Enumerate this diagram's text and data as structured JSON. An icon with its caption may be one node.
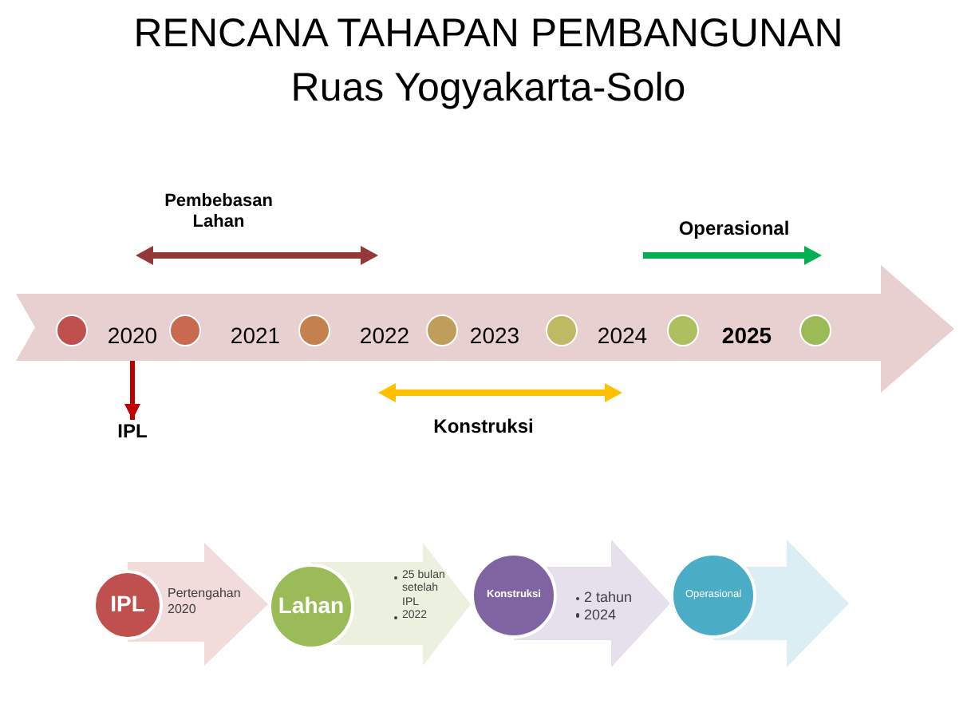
{
  "diagram": {
    "title": "RENCANA TAHAPAN PEMBANGUNAN Ruas Yogyakarta-Solo",
    "nodes": [
      {
        "text": [
          "2020",
          "2021",
          "2022",
          "2023",
          "2024",
          "2025"
        ]
      },
      {
        "text": [],
        "shape": "circle",
        "in": 0
      },
      {
        "text": [],
        "shape": "circle",
        "in": 0
      },
      {
        "text": [],
        "shape": "circle",
        "in": 0
      },
      {
        "text": [],
        "shape": "circle",
        "in": 0
      },
      {
        "text": [],
        "shape": "circle",
        "in": 0
      },
      {
        "text": [],
        "shape": "circle",
        "in": 0
      },
      {
        "text": [],
        "shape": "circle",
        "in": 0
      },
      {
        "text": [
          "IPL"
        ]
      },
      {
        "text": [
          "IPL"
        ]
      },
      {
        "text": [
          "Pertengahan 2020"
        ]
      },
      {
        "text": [
          "Lahan"
        ]
      },
      {
        "text": [
          "25 bulan setelah IPL",
          "2022"
        ]
      },
      {
        "text": [
          "Konstruksi"
        ]
      },
      {
        "text": [
          "2 tahun",
          "2024"
        ]
      },
      {
        "text": [
          "Operasional"
        ]
      },
      {
        "text": [],
        "shape": "arrow"
      }
    ],
    "edges": [
      {
        "from": 0,
        "to": 8,
        "arrow": "to",
        "color": "#c00000"
      },
      {
        "from": 9,
        "to": 11,
        "arrow": "to"
      },
      {
        "from": 11,
        "to": 13,
        "arrow": "to"
      },
      {
        "from": 13,
        "to": 15,
        "arrow": "to"
      }
    ],
    "labels": [
      "Pembebasan Lahan",
      "Operasional",
      "Konstruksi"
    ]
  }
}
